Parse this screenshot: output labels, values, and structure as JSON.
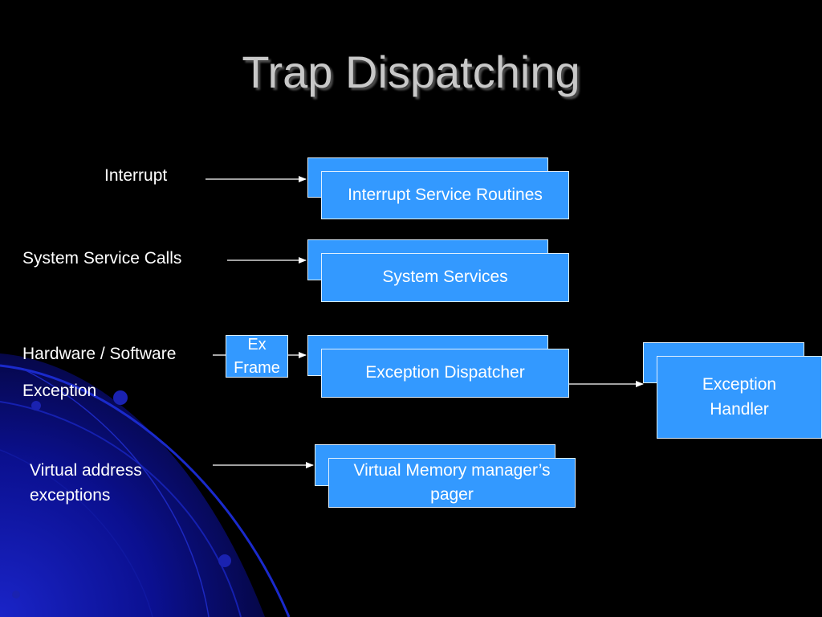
{
  "slide": {
    "title": "Trap Dispatching"
  },
  "inputs": {
    "interrupt": "Interrupt",
    "system_service_calls": "System Service Calls",
    "hw_sw": "Hardware / Software",
    "exception": "Exception",
    "virtual_address": "Virtual address",
    "exceptions": "exceptions"
  },
  "handlers": {
    "isr": "Interrupt Service Routines",
    "system_services": "System Services",
    "exception_dispatcher": "Exception Dispatcher",
    "vm_pager": "Virtual Memory manager’s pager",
    "exception_handler": "Exception Handler"
  },
  "ex_frame": {
    "line1": "Ex",
    "line2": "Frame"
  },
  "colors": {
    "background": "#000000",
    "box_fill": "#3399ff",
    "box_border": "#dfefff",
    "title": "#c8c8c8",
    "text": "#ffffff",
    "swirl": "#0a1aa0"
  }
}
